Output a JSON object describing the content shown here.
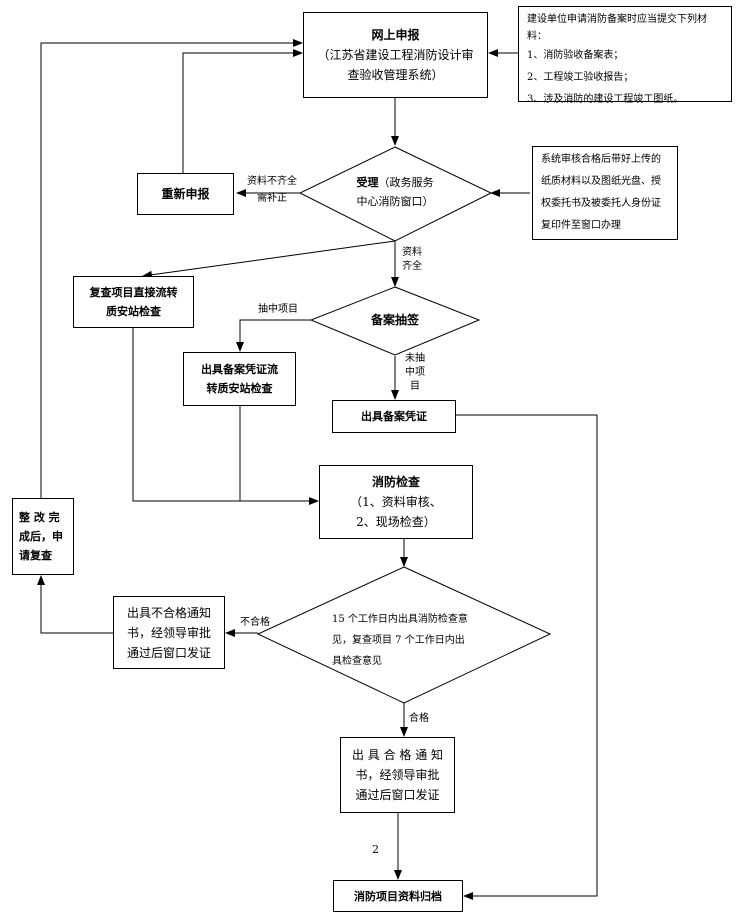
{
  "online": {
    "title": "网上申报",
    "line1": "（江苏省建设工程消防设计审",
    "line2": "查验收管理系统）"
  },
  "materials": {
    "intro": "建设单位申请消防备案时应当提交下列材料：",
    "item1": "1、消防验收备案表；",
    "item2": "2、工程竣工验收报告；",
    "item3": "3、涉及消防的建设工程竣工图纸。"
  },
  "resubmit": {
    "label": "重新申报"
  },
  "incomplete": {
    "line1": "资料不齐全",
    "line2": "需补正"
  },
  "accept": {
    "title": "受理",
    "line1": "（政务服务",
    "line2": "中心消防窗口）"
  },
  "review_note": {
    "line1": "系统审核合格后带好上传的",
    "line2": "纸质材料以及图纸光盘、授",
    "line3": "权委托书及被委托人身份证",
    "line4": "复印件至窗口办理"
  },
  "complete": {
    "line1": "资料",
    "line2": "齐全"
  },
  "reinspect": {
    "line1": "复查项目直接流转",
    "line2": "质安站检查"
  },
  "selected": {
    "label": "抽中项目"
  },
  "lottery": {
    "label": "备案抽签"
  },
  "issue_transfer": {
    "line1": "出具备案凭证流",
    "line2": "转质安站检查"
  },
  "not_selected": {
    "line1": "未抽",
    "line2": "中项",
    "line3": "目"
  },
  "issue_cert": {
    "label": "出具备案凭证"
  },
  "inspection": {
    "title": "消防检查",
    "line1": "（1、资料审核、",
    "line2": "2、现场检查）"
  },
  "rectify": {
    "line1": "整 改 完",
    "line2": "成后，申",
    "line3": "请复查"
  },
  "fail_notice": {
    "line1": "出具不合格通知",
    "line2": "书，经领导审批",
    "line3": "通过后窗口发证"
  },
  "fail_label": "不合格",
  "decision": {
    "line1": "15 个工作日内出具消防检查意",
    "line2": "见，复查项目 7 个工作日内出",
    "line3": "具检查意见"
  },
  "pass_label": "合格",
  "pass_notice": {
    "line1": "出 具 合 格 通 知",
    "line2": "书，经领导审批",
    "line3": "通过后窗口发证"
  },
  "number_label": "2",
  "archive": {
    "label": "消防项目资料归档"
  }
}
